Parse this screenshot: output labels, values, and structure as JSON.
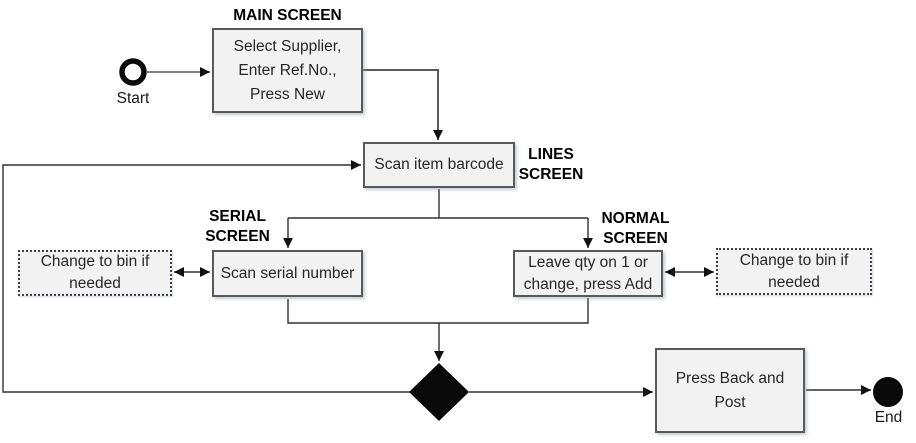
{
  "diagram": {
    "start": {
      "label": "Start"
    },
    "end": {
      "label": "End"
    },
    "main": {
      "screen_label": "MAIN SCREEN",
      "line1": "Select Supplier,",
      "line2": "Enter Ref.No.,",
      "line3": "Press New"
    },
    "lines_screen": {
      "screen_label_line1": "LINES",
      "screen_label_line2": "SCREEN",
      "text": "Scan item barcode"
    },
    "serial_screen": {
      "screen_label_line1": "SERIAL",
      "screen_label_line2": "SCREEN",
      "text": "Scan serial number"
    },
    "normal_screen": {
      "screen_label_line1": "NORMAL",
      "screen_label_line2": "SCREEN",
      "line1": "Leave qty on 1 or",
      "line2": "change, press Add"
    },
    "bin_left": {
      "line1": "Change to bin if",
      "line2": "needed"
    },
    "bin_right": {
      "line1": "Change to bin if",
      "line2": "needed"
    },
    "post": {
      "line1": "Press Back and",
      "line2": "Post"
    },
    "colors": {
      "box_fill": "#f2f2f2",
      "box_border": "#595959",
      "connector": "#303030",
      "node_fill": "#0a0a0a"
    }
  }
}
